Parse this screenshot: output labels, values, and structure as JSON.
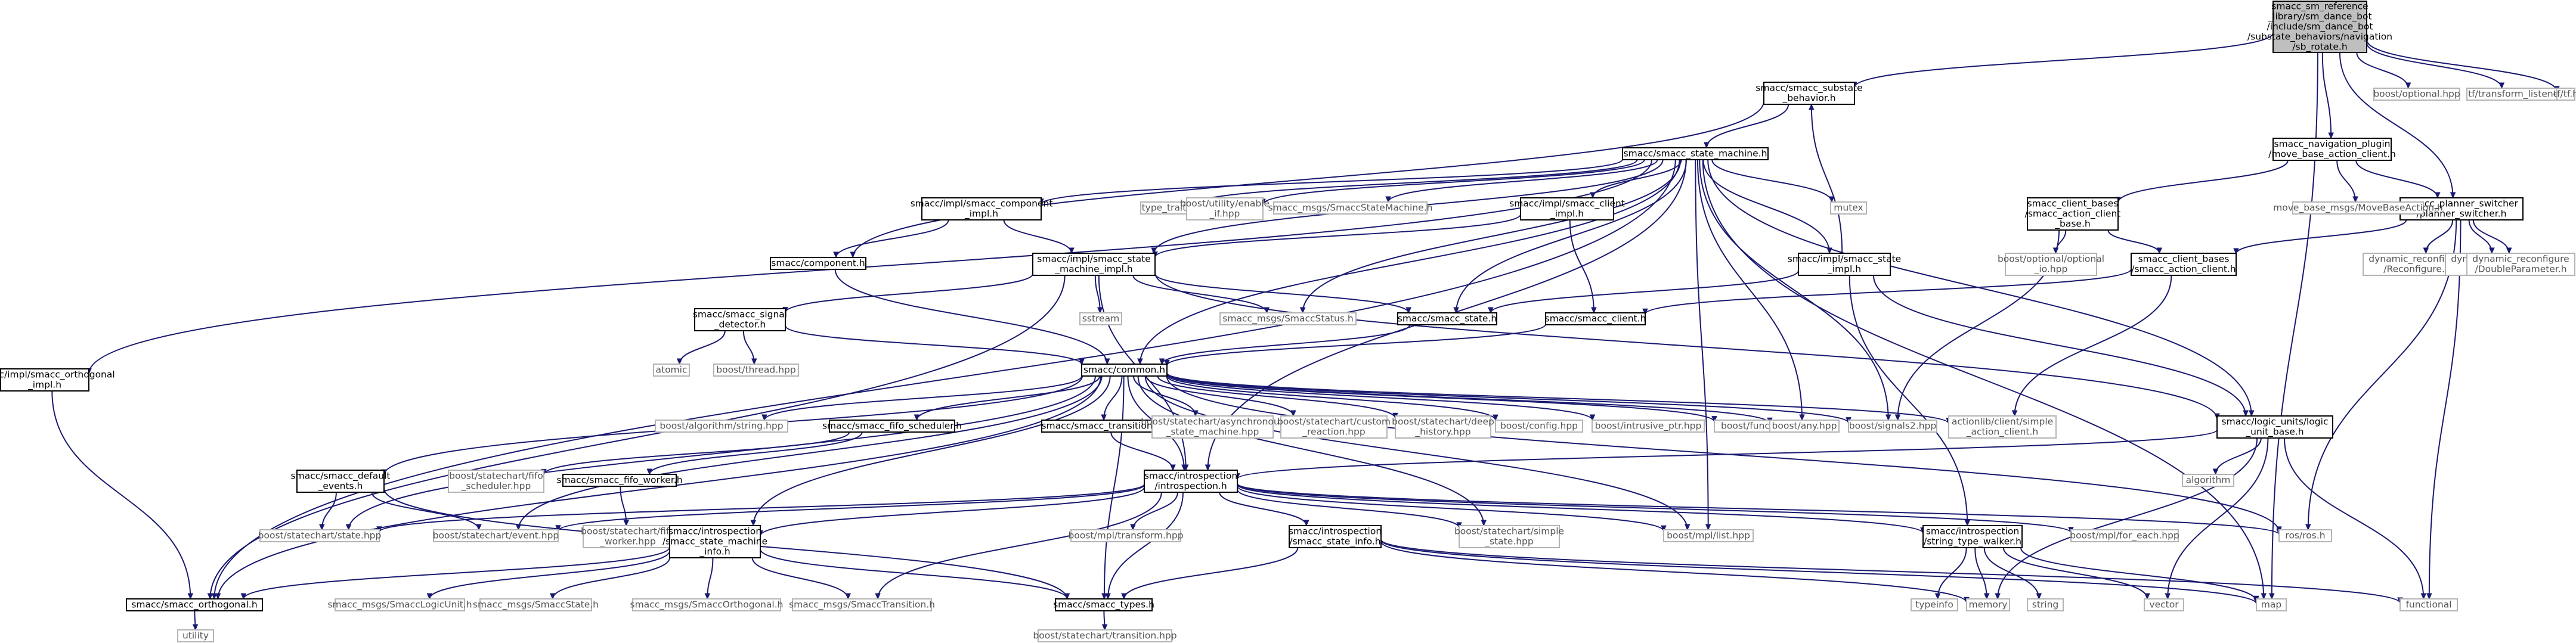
{
  "graph": {
    "root": [
      "smacc_sm_reference",
      "_library/sm_dance_bot",
      "/include/sm_dance_bot",
      "/substate_behaviors/navigation",
      "/sb_rotate.h"
    ],
    "nodes": {
      "substate_behavior": [
        "smacc/smacc_substate",
        "_behavior.h"
      ],
      "optional": [
        "boost/optional.hpp"
      ],
      "tf_listener": [
        "tf/transform_listener.h"
      ],
      "tf": [
        "tf/tf.h"
      ],
      "move_base_client": [
        "smacc_navigation_plugin",
        "/move_base_action_client.h"
      ],
      "planner_switcher": [
        "smacc_planner_switcher",
        "/planner_switcher.h"
      ],
      "state_machine": [
        "smacc/smacc_state_machine.h"
      ],
      "orthogonal_impl": [
        "smacc/impl/smacc_orthogonal",
        "_impl.h"
      ],
      "component_impl": [
        "smacc/impl/smacc_component",
        "_impl.h"
      ],
      "type_traits": [
        "type_traits"
      ],
      "enable_if": [
        "boost/utility/enable",
        "_if.hpp"
      ],
      "smacc_state_machine_msg": [
        "smacc_msgs/SmaccStateMachine.h"
      ],
      "client_impl": [
        "smacc/impl/smacc_client",
        "_impl.h"
      ],
      "mutex": [
        "mutex"
      ],
      "client_bases_action": [
        "smacc_client_bases",
        "/smacc_action_client",
        "_base.h"
      ],
      "move_base_action": [
        "move_base_msgs/MoveBaseAction.h"
      ],
      "component": [
        "smacc/component.h"
      ],
      "state_machine_impl": [
        "smacc/impl/smacc_state",
        "_machine_impl.h"
      ],
      "state_impl": [
        "smacc/impl/smacc_state",
        "_impl.h"
      ],
      "optional_io": [
        "boost/optional/optional",
        "_io.hpp"
      ],
      "client_bases_action_client": [
        "smacc_client_bases",
        "/smacc_action_client.h"
      ],
      "dyn_reconfigure": [
        "dynamic_reconfigure",
        "/Reconfigure.h"
      ],
      "dyn_config": [
        "dynamic_reconfigure",
        "/Config.h"
      ],
      "dyn_double": [
        "dynamic_reconfigure",
        "/DoubleParameter.h"
      ],
      "signal_detector": [
        "smacc/smacc_signal",
        "_detector.h"
      ],
      "sstream": [
        "sstream"
      ],
      "smacc_status": [
        "smacc_msgs/SmaccStatus.h"
      ],
      "smacc_state": [
        "smacc/smacc_state.h"
      ],
      "smacc_client": [
        "smacc/smacc_client.h"
      ],
      "atomic": [
        "atomic"
      ],
      "thread": [
        "boost/thread.hpp"
      ],
      "common": [
        "smacc/common.h"
      ],
      "algorithm_string": [
        "boost/algorithm/string.hpp"
      ],
      "fifo_scheduler": [
        "smacc/smacc_fifo_scheduler.h"
      ],
      "smacc_transition": [
        "smacc/smacc_transition.h"
      ],
      "async_sm": [
        "boost/statechart/asynchronous",
        "_state_machine.hpp"
      ],
      "custom_reaction": [
        "boost/statechart/custom",
        "_reaction.hpp"
      ],
      "deep_history": [
        "boost/statechart/deep",
        "_history.hpp"
      ],
      "config": [
        "boost/config.hpp"
      ],
      "intrusive_ptr": [
        "boost/intrusive_ptr.hpp"
      ],
      "function": [
        "boost/function.hpp"
      ],
      "any": [
        "boost/any.hpp"
      ],
      "signals2": [
        "boost/signals2.hpp"
      ],
      "simple_action_client": [
        "actionlib/client/simple",
        "_action_client.h"
      ],
      "logic_unit_base": [
        "smacc/logic_units/logic",
        "_unit_base.h"
      ],
      "default_events": [
        "smacc/smacc_default",
        "_events.h"
      ],
      "statechart_fifo_scheduler": [
        "boost/statechart/fifo",
        "_scheduler.hpp"
      ],
      "fifo_worker": [
        "smacc/smacc_fifo_worker.h"
      ],
      "introspection": [
        "smacc/introspection",
        "/introspection.h"
      ],
      "algorithm": [
        "algorithm"
      ],
      "statechart_state": [
        "boost/statechart/state.hpp"
      ],
      "statechart_event": [
        "boost/statechart/event.hpp"
      ],
      "statechart_fifo_worker": [
        "boost/statechart/fifo",
        "_worker.hpp"
      ],
      "sm_info": [
        "smacc/introspection",
        "/smacc_state_machine",
        "_info.h"
      ],
      "mpl_transform": [
        "boost/mpl/transform.hpp"
      ],
      "state_info": [
        "smacc/introspection",
        "/smacc_state_info.h"
      ],
      "simple_state": [
        "boost/statechart/simple",
        "_state.hpp"
      ],
      "mpl_list": [
        "boost/mpl/list.hpp"
      ],
      "string_type_walker": [
        "smacc/introspection",
        "/string_type_walker.h"
      ],
      "mpl_for_each": [
        "boost/mpl/for_each.hpp"
      ],
      "ros": [
        "ros/ros.h"
      ],
      "smacc_orthogonal": [
        "smacc/smacc_orthogonal.h"
      ],
      "logic_unit_msg": [
        "smacc_msgs/SmaccLogicUnit.h"
      ],
      "smacc_state_msg": [
        "smacc_msgs/SmaccState.h"
      ],
      "smacc_orthogonal_msg": [
        "smacc_msgs/SmaccOrthogonal.h"
      ],
      "smacc_transition_msg": [
        "smacc_msgs/SmaccTransition.h"
      ],
      "smacc_types": [
        "smacc/smacc_types.h"
      ],
      "typeinfo": [
        "typeinfo"
      ],
      "memory": [
        "memory"
      ],
      "string": [
        "string"
      ],
      "vector": [
        "vector"
      ],
      "map": [
        "map"
      ],
      "functional": [
        "functional"
      ],
      "utility": [
        "utility"
      ],
      "statechart_transition": [
        "boost/statechart/transition.hpp"
      ]
    }
  },
  "colors": {
    "edge": "#191970",
    "node_border": "#000000",
    "external_border": "#b4b4b4",
    "root_fill": "#bfbfbf",
    "background": "#ffffff"
  }
}
